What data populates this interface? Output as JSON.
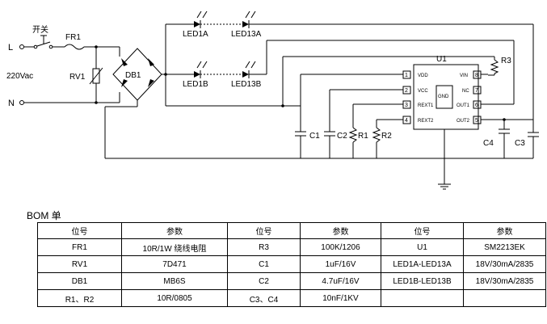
{
  "schematic": {
    "switch_label": "开关",
    "fuse_label": "FR1",
    "line_label": "L",
    "neutral_label": "N",
    "voltage_label": "220Vac",
    "varistor_label": "RV1",
    "bridge_label": "DB1",
    "led_labels": [
      "LED1A",
      "LED13A",
      "LED1B",
      "LED13B"
    ],
    "ic": {
      "name": "U1",
      "gnd_label": "GND",
      "left_pins": [
        {
          "num": "1",
          "name": "VDD"
        },
        {
          "num": "2",
          "name": "VCC"
        },
        {
          "num": "3",
          "name": "REXT1"
        },
        {
          "num": "4",
          "name": "REXT2"
        }
      ],
      "right_pins": [
        {
          "num": "8",
          "name": "VIN"
        },
        {
          "num": "7",
          "name": "NC"
        },
        {
          "num": "6",
          "name": "OUT1"
        },
        {
          "num": "5",
          "name": "OUT2"
        }
      ]
    },
    "component_labels": {
      "r3": "R3",
      "c1": "C1",
      "c2": "C2",
      "r1": "R1",
      "r2": "R2",
      "c3": "C3",
      "c4": "C4"
    }
  },
  "bom": {
    "title": "BOM 单",
    "headers": [
      "位号",
      "参数",
      "位号",
      "参数",
      "位号",
      "参数"
    ],
    "rows": [
      [
        "FR1",
        "10R/1W  绕线电阻",
        "R3",
        "100K/1206",
        "U1",
        "SM2213EK"
      ],
      [
        "RV1",
        "7D471",
        "C1",
        "1uF/16V",
        "LED1A-LED13A",
        "18V/30mA/2835"
      ],
      [
        "DB1",
        "MB6S",
        "C2",
        "4.7uF/16V",
        "LED1B-LED13B",
        "18V/30mA/2835"
      ],
      [
        "R1、R2",
        "10R/0805",
        "C3、C4",
        "10nF/1KV",
        "",
        ""
      ]
    ]
  }
}
